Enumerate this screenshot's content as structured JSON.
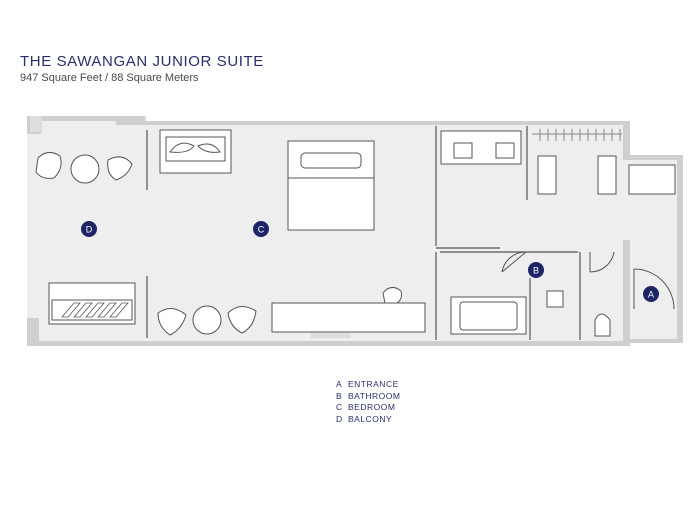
{
  "header": {
    "title": "THE SAWANGAN JUNIOR SUITE",
    "subtitle": "947 Square Feet / 88 Square Meters"
  },
  "markers": {
    "a": "A",
    "b": "B",
    "c": "C",
    "d": "D"
  },
  "legend": [
    {
      "letter": "A",
      "label": "ENTRANCE"
    },
    {
      "letter": "B",
      "label": "BATHROOM"
    },
    {
      "letter": "C",
      "label": "BEDROOM"
    },
    {
      "letter": "D",
      "label": "BALCONY"
    }
  ],
  "colors": {
    "accent": "#1f2466",
    "floor": "#eeeeee",
    "wall": "#cfcfcf",
    "line": "#555555"
  }
}
